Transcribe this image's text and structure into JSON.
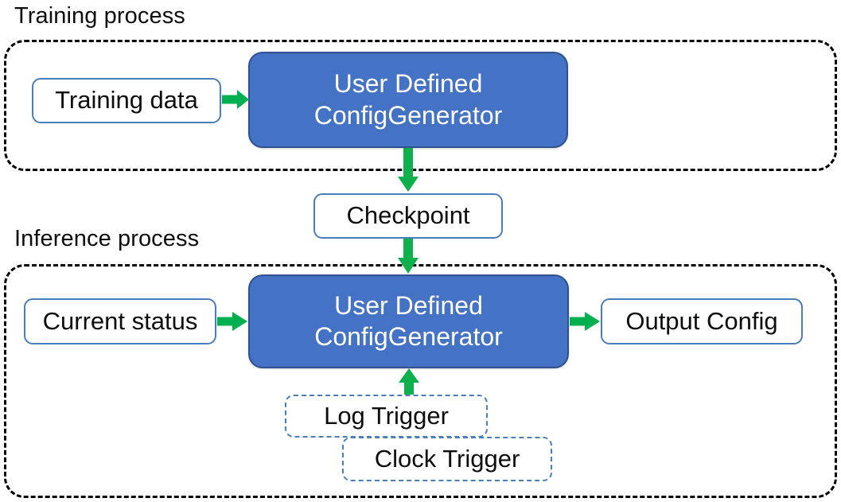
{
  "diagram": {
    "title_visible": false,
    "colors": {
      "process_fill": "#4472C4",
      "process_border": "#2F528F",
      "node_border": "#4A7EBB",
      "arrow": "#00B050",
      "section_border": "#000000",
      "text_dark": "#0D0D0D",
      "text_light": "#FFFFFF",
      "background": "#FFFFFF"
    },
    "sections": [
      {
        "id": "training",
        "label": "Training process"
      },
      {
        "id": "inference",
        "label": "Inference process"
      }
    ],
    "nodes": {
      "training_data": {
        "label": "Training data",
        "type": "plain"
      },
      "training_generator": {
        "line1": "User Defined",
        "line2": "ConfigGenerator",
        "type": "process"
      },
      "checkpoint": {
        "label": "Checkpoint",
        "type": "plain"
      },
      "current_status": {
        "label": "Current status",
        "type": "plain"
      },
      "inference_generator": {
        "line1": "User Defined",
        "line2": "ConfigGenerator",
        "type": "process"
      },
      "output_config": {
        "label": "Output Config",
        "type": "plain"
      },
      "log_trigger": {
        "label": "Log Trigger",
        "type": "trigger"
      },
      "clock_trigger": {
        "label": "Clock Trigger",
        "type": "trigger"
      }
    },
    "edges": [
      {
        "id": "e1",
        "from": "training_data",
        "to": "training_generator",
        "direction": "right"
      },
      {
        "id": "e2",
        "from": "training_generator",
        "to": "checkpoint",
        "direction": "down"
      },
      {
        "id": "e3",
        "from": "checkpoint",
        "to": "inference_generator",
        "direction": "down"
      },
      {
        "id": "e4",
        "from": "current_status",
        "to": "inference_generator",
        "direction": "right"
      },
      {
        "id": "e5",
        "from": "inference_generator",
        "to": "output_config",
        "direction": "right"
      },
      {
        "id": "e6",
        "from": "log_trigger",
        "to": "inference_generator",
        "direction": "up"
      }
    ]
  }
}
